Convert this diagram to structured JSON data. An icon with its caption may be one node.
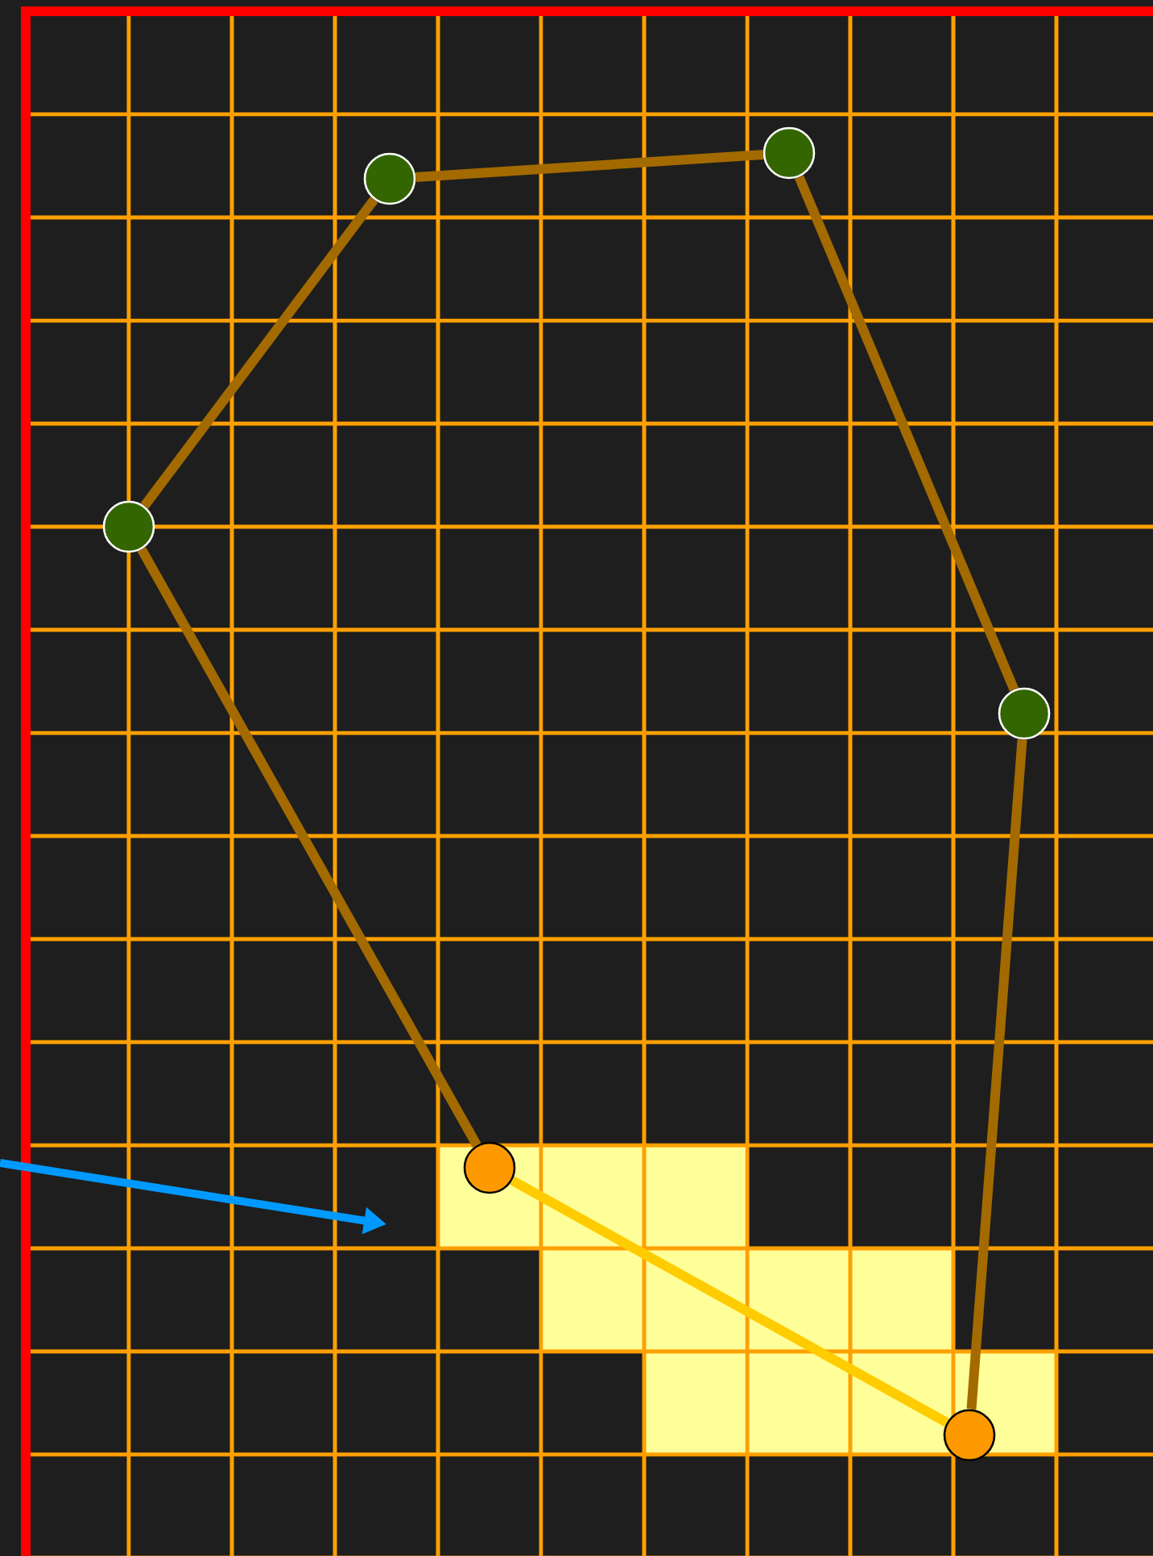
{
  "diagram": {
    "nodes": [
      {
        "text": [],
        "shape": "circle"
      },
      {
        "text": [],
        "shape": "circle"
      },
      {
        "text": [],
        "shape": "circle"
      },
      {
        "text": [],
        "shape": "circle"
      },
      {
        "text": [],
        "shape": "circle"
      },
      {
        "text": [],
        "shape": "circle"
      }
    ],
    "edges": [
      {
        "from": 2,
        "to": 0,
        "arrow": "none"
      },
      {
        "from": 0,
        "to": 1,
        "arrow": "none"
      },
      {
        "from": 1,
        "to": 3,
        "arrow": "none"
      },
      {
        "from": 3,
        "to": 5,
        "arrow": "none"
      },
      {
        "from": 2,
        "to": 4,
        "arrow": "none"
      },
      {
        "from": 4,
        "to": 5,
        "arrow": "none",
        "color": "#ffcc00"
      }
    ]
  }
}
